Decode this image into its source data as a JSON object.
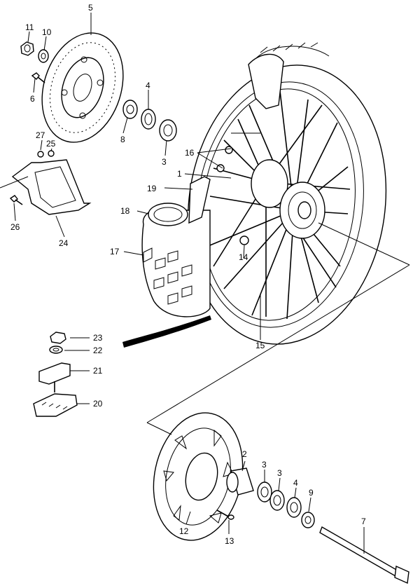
{
  "callouts": [
    "1",
    "2",
    "3",
    "3",
    "3",
    "4",
    "4",
    "5",
    "6",
    "7",
    "8",
    "9",
    "10",
    "11",
    "12",
    "13",
    "14",
    "15",
    "16",
    "17",
    "18",
    "19",
    "20",
    "21",
    "22",
    "23",
    "24",
    "25",
    "26",
    "27"
  ]
}
